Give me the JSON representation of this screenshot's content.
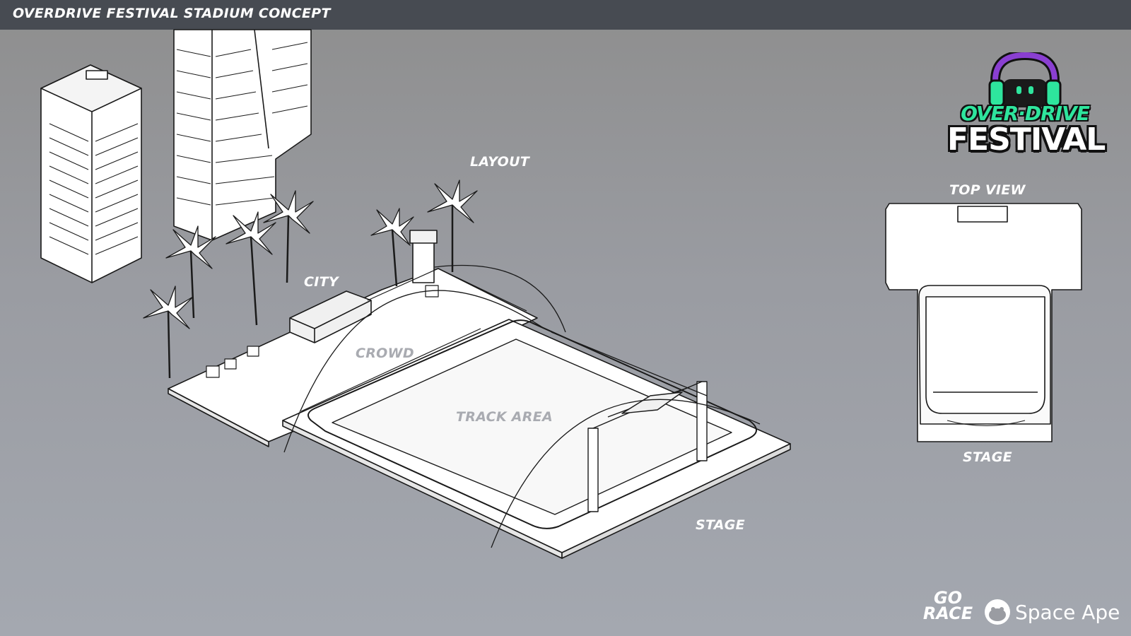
{
  "header": {
    "title": "OVERDRIVE FESTIVAL STADIUM CONCEPT"
  },
  "labels": {
    "layout": "LAYOUT",
    "city": "CITY",
    "crowd": "CROWD",
    "track_area": "TRACK AREA",
    "stage": "STAGE",
    "top_view": "TOP VIEW",
    "top_view_stage": "STAGE"
  },
  "logo": {
    "line1": "OVER·DRIVE",
    "line2": "FESTIVAL",
    "icon": "headphones-robot-icon"
  },
  "footer": {
    "game_logo_line1": "GO",
    "game_logo_line2": "RACE",
    "studio": "Space Ape",
    "studio_icon": "ape-head-icon"
  },
  "colors": {
    "topbar": "#474b52",
    "logo_green": "#2ee59d",
    "logo_purple": "#8a3fd1",
    "muted_label": "#a9abb1"
  }
}
